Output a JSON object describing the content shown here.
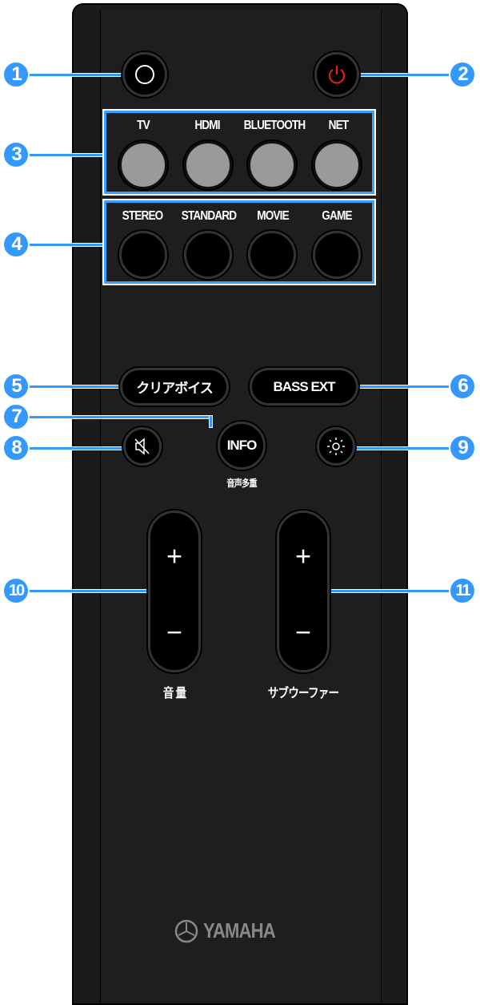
{
  "input_buttons": [
    "TV",
    "HDMI",
    "BLUETOOTH",
    "NET"
  ],
  "sound_buttons": [
    "STEREO",
    "STANDARD",
    "MOVIE",
    "GAME"
  ],
  "clear_voice": "クリアボイス",
  "bass_ext": "BASS EXT",
  "info": "INFO",
  "info_sub": "音声多重",
  "volume_label": "音 量",
  "subwoofer_label": "サブウーファー",
  "plus": "+",
  "minus": "−",
  "brand": "YAMAHA",
  "callouts": [
    "1",
    "2",
    "3",
    "4",
    "5",
    "6",
    "7",
    "8",
    "9",
    "10",
    "11"
  ],
  "colors": {
    "callout": "#3399ff",
    "power": "#e0201c",
    "body": "#1b1b1b"
  }
}
